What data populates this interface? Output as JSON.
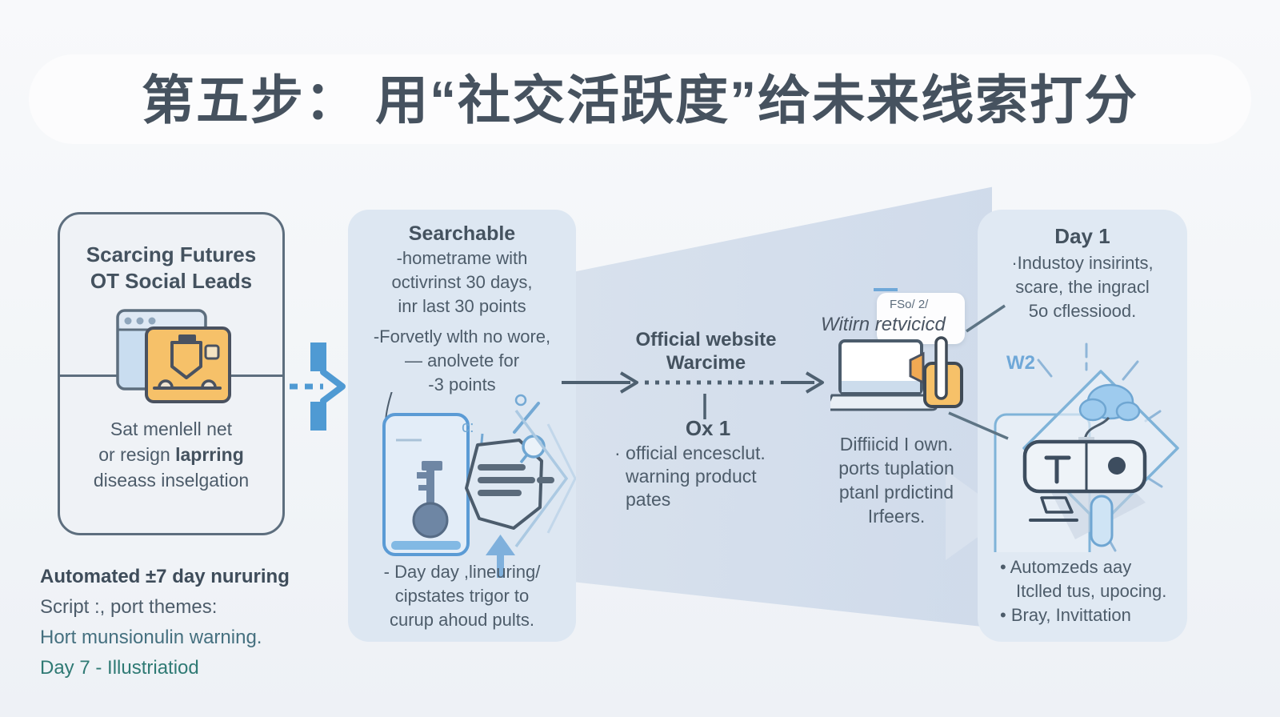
{
  "title": "第五步： 用“社交活跃度”给未来线索打分",
  "colors": {
    "accent_blue": "#4f9ad3",
    "slate_text": "#475664",
    "teal_text": "#2f7a74",
    "orange": "#f6c169",
    "panel_blue": "#dde7f2",
    "band_blue": "#cfdae9"
  },
  "icons": [
    "browser-card-icon",
    "phone-key-icon",
    "badge-list-icon",
    "up-arrow-icon",
    "funnel-chevron-icon",
    "dashed-blue-arrow-icon",
    "flow-arrow-icon",
    "laptop-megaphone-icon",
    "marker-pen-icon",
    "cloud-icon",
    "diamond-card-icon"
  ],
  "lead_panel": {
    "heading_line1": "Scarcing Futures",
    "heading_line2": "OT Social Leads",
    "body_line1": "Sat menlell net",
    "body_line2_prefix": "or resign ",
    "body_line2_bold": "laprring",
    "body_line3": "diseass inselgation"
  },
  "nurture_note": {
    "line1": "Automated ±7 day nururing",
    "line2": "Script :, port themes:",
    "line3": "Hort munsionulin warning.",
    "line4": "Day 7 - Illustriatiod"
  },
  "searchable_panel": {
    "heading": "Searchable",
    "lines": [
      "-hometrame with",
      "octivrinst 30 days,",
      "inr last 30 points",
      "-Forvetly wlth no wore,",
      "— anolvete for",
      "-3 points"
    ],
    "footer_lines": [
      "- Day day ,lineuring/",
      "cipstates trigor to",
      "curup ahoud pults."
    ]
  },
  "official_section": {
    "heading_line1": "Official website",
    "heading_line2": "Warcime",
    "score_label": "Ox 1",
    "lines": [
      "· official encesclut.",
      "warning  product",
      "pates"
    ]
  },
  "review_section": {
    "bubble_tag": "FSo/ 2/",
    "bubble_label": "Witirn retvicicd",
    "lines": [
      "Diffiicid I own.",
      "ports tuplation",
      "ptanl prdictind",
      "Irfeers."
    ]
  },
  "day1_panel": {
    "heading": "Day 1",
    "lines": [
      "·Industoy insirints,",
      "scare, the ingracl",
      "5o cflessiood."
    ],
    "marker": "W2",
    "bullets": [
      "• Automzeds aay",
      "Itclled tus, upocing.",
      "• Bray, Invittation"
    ]
  }
}
